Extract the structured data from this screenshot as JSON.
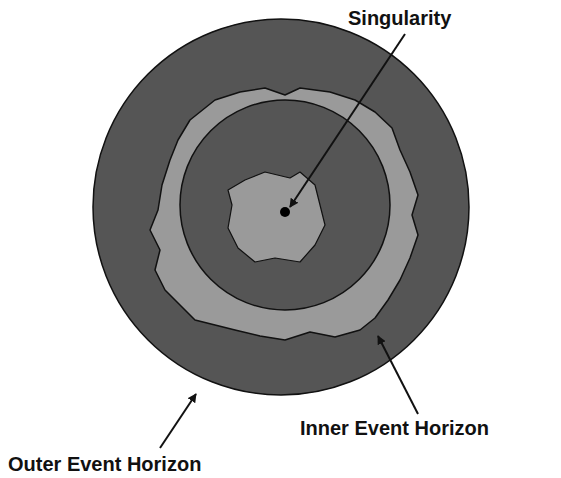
{
  "diagram": {
    "labels": [
      "Singularity",
      "Inner Event Horizon",
      "Outer Event Horizon"
    ]
  }
}
